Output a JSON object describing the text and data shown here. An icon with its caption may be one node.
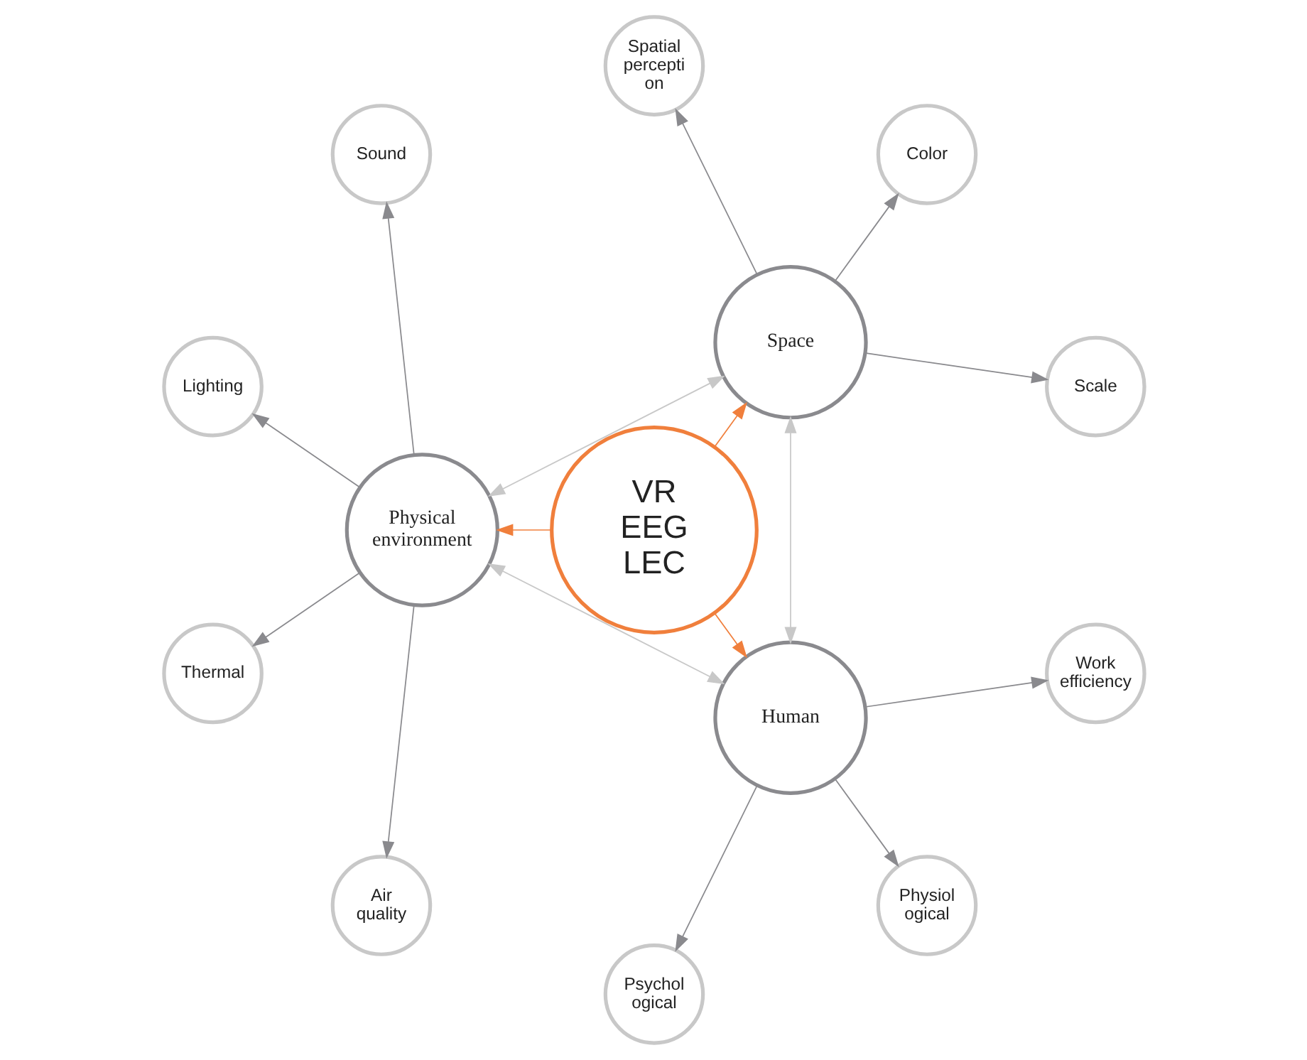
{
  "diagram": {
    "nodes": [
      {
        "text": [
          "Space"
        ]
      },
      {
        "text": [
          "Scale"
        ]
      },
      {
        "text": [
          "Color"
        ]
      },
      {
        "text": [
          "Spatial percepti on"
        ]
      },
      {
        "text": [
          "VR EEG LEC"
        ]
      },
      {
        "text": [
          "Physical environment"
        ]
      },
      {
        "text": [
          "Sound"
        ]
      },
      {
        "text": [
          "Lighting"
        ]
      },
      {
        "text": [
          "Thermal"
        ]
      },
      {
        "text": [
          "Air quality"
        ]
      },
      {
        "text": [
          "Human"
        ]
      },
      {
        "text": [
          "Psychol ogical"
        ]
      },
      {
        "text": [
          "Physiol ogical"
        ]
      },
      {
        "text": [
          "Work efficiency"
        ]
      }
    ],
    "edges": [
      {
        "from": 0,
        "to": 1,
        "arrow": "to"
      },
      {
        "from": 0,
        "to": 2,
        "arrow": "to"
      },
      {
        "from": 0,
        "to": 3,
        "arrow": "to"
      },
      {
        "from": 4,
        "to": 0,
        "arrow": "to",
        "color": "#f07f3c"
      },
      {
        "from": 4,
        "to": 5,
        "arrow": "to",
        "color": "#f07f3c"
      },
      {
        "from": 4,
        "to": 10,
        "arrow": "to",
        "color": "#f07f3c"
      },
      {
        "from": 5,
        "to": 6,
        "arrow": "to"
      },
      {
        "from": 5,
        "to": 7,
        "arrow": "to"
      },
      {
        "from": 5,
        "to": 8,
        "arrow": "to"
      },
      {
        "from": 5,
        "to": 9,
        "arrow": "to"
      },
      {
        "from": 10,
        "to": 11,
        "arrow": "to"
      },
      {
        "from": 10,
        "to": 12,
        "arrow": "to"
      },
      {
        "from": 10,
        "to": 13,
        "arrow": "to"
      },
      {
        "from": 0,
        "to": 5,
        "arrow": "both",
        "color": "#c8c8c8"
      },
      {
        "from": 0,
        "to": 10,
        "arrow": "both",
        "color": "#c8c8c8"
      },
      {
        "from": 5,
        "to": 10,
        "arrow": "both",
        "color": "#c8c8c8"
      }
    ]
  }
}
